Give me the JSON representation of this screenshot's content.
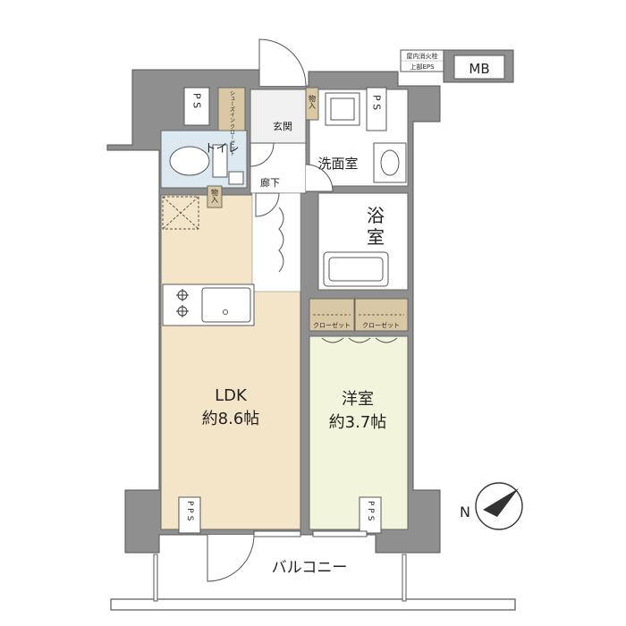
{
  "rooms": {
    "ldk": {
      "name": "LDK",
      "size": "約8.6帖"
    },
    "western": {
      "name": "洋室",
      "size": "約3.7帖"
    },
    "washroom": "洗面室",
    "bath_1": "浴",
    "bath_2": "室",
    "toilet": "トイレ",
    "entrance": "玄関",
    "hallway": "廊下",
    "balcony": "バルコニー"
  },
  "storage": {
    "shoe_closet": "シューズイン クローゼット",
    "storage_short": "物入",
    "closet": "クローゼット"
  },
  "shafts": {
    "ps": "P S",
    "pps": "P P S",
    "mb": "MB"
  },
  "exterior": {
    "hydrant_1": "屋内消火栓",
    "hydrant_2": "上部EPS"
  },
  "compass": {
    "label": "N"
  },
  "colors": {
    "wall": "#8f8f8f",
    "ldk_floor": "#f5e5c8",
    "western_floor": "#f2f4dc",
    "wet_area": "#dde9f0",
    "storage": "#d9c8a3",
    "entrance_floor": "#f0f0f0"
  }
}
